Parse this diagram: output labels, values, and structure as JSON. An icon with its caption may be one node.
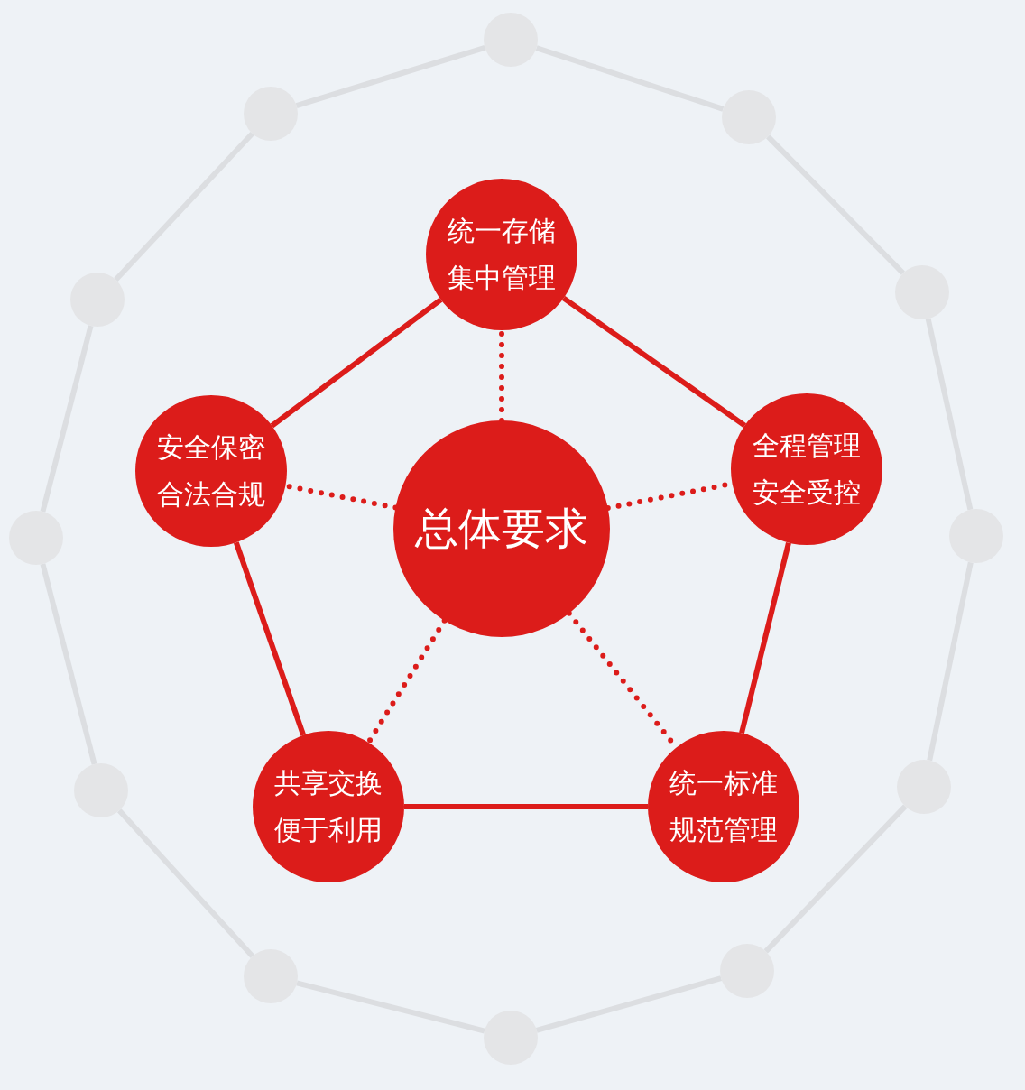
{
  "diagram": {
    "nodes": [
      {
        "text": [
          "统一存储集中管理"
        ]
      },
      {
        "text": [
          "安全保密合法合规"
        ]
      },
      {
        "text": [
          "总体要求"
        ]
      },
      {
        "text": [
          "全程管理安全受控"
        ]
      },
      {
        "text": [
          "共享交换便于利用"
        ]
      },
      {
        "text": [
          "统一标准规范管理"
        ]
      },
      {
        "text": [],
        "shape": "circle"
      },
      {
        "text": [],
        "shape": "circle"
      },
      {
        "text": [],
        "shape": "circle"
      },
      {
        "text": [],
        "shape": "circle"
      },
      {
        "text": [],
        "shape": "circle"
      },
      {
        "text": [],
        "shape": "circle"
      },
      {
        "text": [],
        "shape": "circle"
      },
      {
        "text": [],
        "shape": "circle"
      },
      {
        "text": [],
        "shape": "circle"
      },
      {
        "text": [],
        "shape": "circle"
      },
      {
        "text": [],
        "shape": "circle"
      },
      {
        "text": [],
        "shape": "circle"
      }
    ],
    "edges": [
      {
        "from": 0,
        "to": 3,
        "arrow": "none",
        "color": "#dc1c1a"
      },
      {
        "from": 3,
        "to": 5,
        "arrow": "none",
        "color": "#dc1c1a"
      },
      {
        "from": 5,
        "to": 4,
        "arrow": "none",
        "color": "#dc1c1a"
      },
      {
        "from": 4,
        "to": 1,
        "arrow": "none",
        "color": "#dc1c1a"
      },
      {
        "from": 1,
        "to": 0,
        "arrow": "none",
        "color": "#dc1c1a"
      },
      {
        "from": 2,
        "to": 0,
        "arrow": "none",
        "style": "dashed",
        "color": "#dc1c1a"
      },
      {
        "from": 2,
        "to": 1,
        "arrow": "none",
        "style": "dashed",
        "color": "#dc1c1a"
      },
      {
        "from": 2,
        "to": 3,
        "arrow": "none",
        "style": "dashed",
        "color": "#dc1c1a"
      },
      {
        "from": 2,
        "to": 4,
        "arrow": "none",
        "style": "dashed",
        "color": "#dc1c1a"
      },
      {
        "from": 2,
        "to": 5,
        "arrow": "none",
        "style": "dashed",
        "color": "#dc1c1a"
      },
      {
        "from": 6,
        "to": 8,
        "arrow": "none"
      },
      {
        "from": 8,
        "to": 10,
        "arrow": "none"
      },
      {
        "from": 10,
        "to": 12,
        "arrow": "none"
      },
      {
        "from": 12,
        "to": 14,
        "arrow": "none"
      },
      {
        "from": 14,
        "to": 16,
        "arrow": "none"
      },
      {
        "from": 16,
        "to": 17,
        "arrow": "none"
      },
      {
        "from": 17,
        "to": 15,
        "arrow": "none"
      },
      {
        "from": 15,
        "to": 13,
        "arrow": "none"
      },
      {
        "from": 13,
        "to": 11,
        "arrow": "none"
      },
      {
        "from": 11,
        "to": 9,
        "arrow": "none"
      },
      {
        "from": 9,
        "to": 7,
        "arrow": "none"
      },
      {
        "from": 7,
        "to": 6,
        "arrow": "none"
      }
    ]
  }
}
